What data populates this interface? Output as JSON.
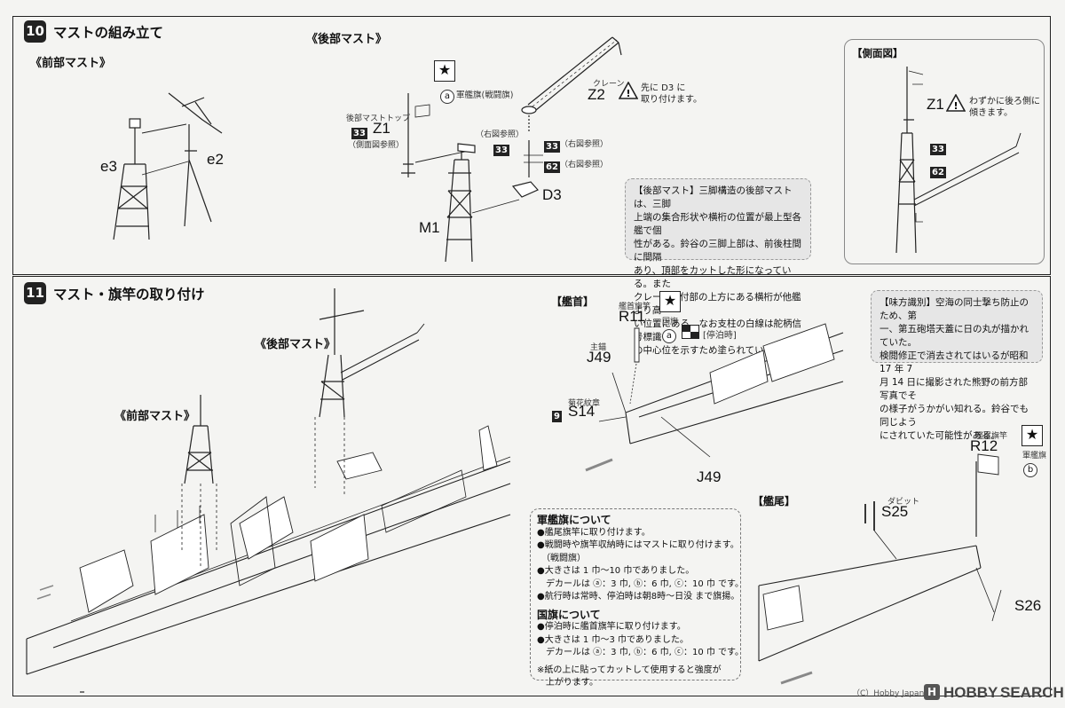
{
  "step10": {
    "number": "10",
    "title": "マストの組み立て",
    "front_mast_label": "《前部マスト》",
    "rear_mast_label": "《後部マスト》",
    "side_view_label": "【側面図】",
    "parts": {
      "e3": "e3",
      "e2": "e2",
      "z1": "Z1",
      "z2": "Z2",
      "m1": "M1",
      "d3": "D3"
    },
    "rear_mast_top_caption": "後部マストトップ",
    "side_ref": "（側面図参照）",
    "right_ref": "（右図参照）",
    "battle_flag": "軍艦旗(戦闘旗)",
    "crane_caption": "クレーン",
    "z2_note_line1": "先に D3 に",
    "z2_note_line2": "取り付けます。",
    "z1_side_note_line1": "わずかに後ろ側に",
    "z1_side_note_line2": "傾きます。",
    "badge_33": "33",
    "badge_62": "62",
    "decal_a": "a",
    "rear_mast_info": [
      "【後部マスト】三脚構造の後部マストは、三脚",
      "上端の集合形状や横桁の位置が最上型各艦で個",
      "性がある。鈴谷の三脚上部は、前後柱間に間隔",
      "あり、頂部をカットした形になっている。また",
      "クレーン取付部の上方にある横桁が他艦より高",
      "い位置にある。なお支柱の白線は舵柄信号標識",
      "の中心位を示すため塗られている。"
    ]
  },
  "step11": {
    "number": "11",
    "title": "マスト・旗竿の取り付け",
    "rear_mast_label": "《後部マスト》",
    "front_mast_label": "《前部マスト》",
    "bow_label": "【艦首】",
    "stern_label": "【艦尾】",
    "bow_flagstaff_caption": "艦首旗竿",
    "national_flag_caption": "国旗",
    "anchored": "[停泊時]",
    "main_anchor_caption": "主錨",
    "chrysanthemum_caption": "菊花紋章",
    "badge_9": "9",
    "stern_flagstaff_caption": "艦尾旗竿",
    "naval_flag_caption": "軍艦旗",
    "davit_caption": "ダビット",
    "decal_a": "a",
    "decal_b": "b",
    "parts": {
      "r11": "R11",
      "j49a": "J49",
      "s14": "S14",
      "j49b": "J49",
      "r12": "R12",
      "s25": "S25",
      "s26": "S26"
    },
    "identification_info": [
      "【味方識別】空海の同士撃ち防止のため、第",
      "一、第五砲塔天蓋に日の丸が描かれていた。",
      "検閲修正で消去されてはいるが昭和 17 年 7",
      "月 14 日に撮影された熊野の前方部写真でそ",
      "の様子がうかがい知れる。鈴谷でも同じよう",
      "にされていた可能性がある。"
    ],
    "flag_notes": {
      "naval_heading": "軍艦旗について",
      "naval_lines": [
        "●艦尾旗竿に取り付けます。",
        "●戦闘時や旗竿収納時にはマストに取り付けます。",
        "　（戦闘旗）",
        "●大きさは 1 巾〜10 巾でありました。",
        "　デカールは ⓐ：3 巾, ⓑ：6 巾, ⓒ：10 巾 です。",
        "●航行時は常時、停泊時は朝8時〜日没 まで旗揚。"
      ],
      "national_heading": "国旗について",
      "national_lines": [
        "●停泊時に艦首旗竿に取り付けます。",
        "●大きさは 1 巾〜3 巾でありました。",
        "　デカールは ⓐ：3 巾, ⓑ：6 巾, ⓒ：10 巾 です。"
      ],
      "footnote_lines": [
        "※紙の上に貼ってカットして使用すると強度が",
        "　上がります。"
      ]
    }
  },
  "watermark": {
    "icon": "hobby-search-logo",
    "text1": "HOBBY",
    "text2": "SEARCH",
    "copy": "（C）Hobby Japan"
  },
  "colors": {
    "ink": "#222222",
    "paper": "#f4f4f2",
    "panel": "#e6e6e6"
  }
}
